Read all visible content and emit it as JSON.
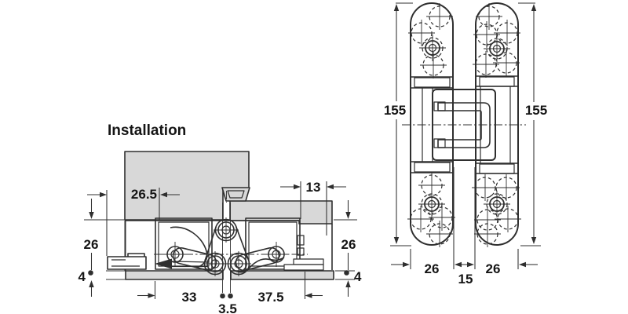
{
  "installation": {
    "title": "Installation",
    "dimensions": {
      "mortise_inset": "26.5",
      "frame_overlay": "13",
      "door_depth": "26",
      "frame_depth": "26",
      "door_gap": "4",
      "frame_gap": "4",
      "door_side_length": "33",
      "axis_offset": "3.5",
      "frame_side_length": "37.5"
    }
  },
  "front_view": {
    "dimensions": {
      "height_left": "155",
      "height_right": "155",
      "leaf_width_left": "26",
      "center_gap": "15",
      "leaf_width_right": "26"
    }
  },
  "colors": {
    "panel-fill": "#d8d8d8",
    "line": "#2f2f2f",
    "text": "#151515",
    "bg": "#ffffff"
  }
}
